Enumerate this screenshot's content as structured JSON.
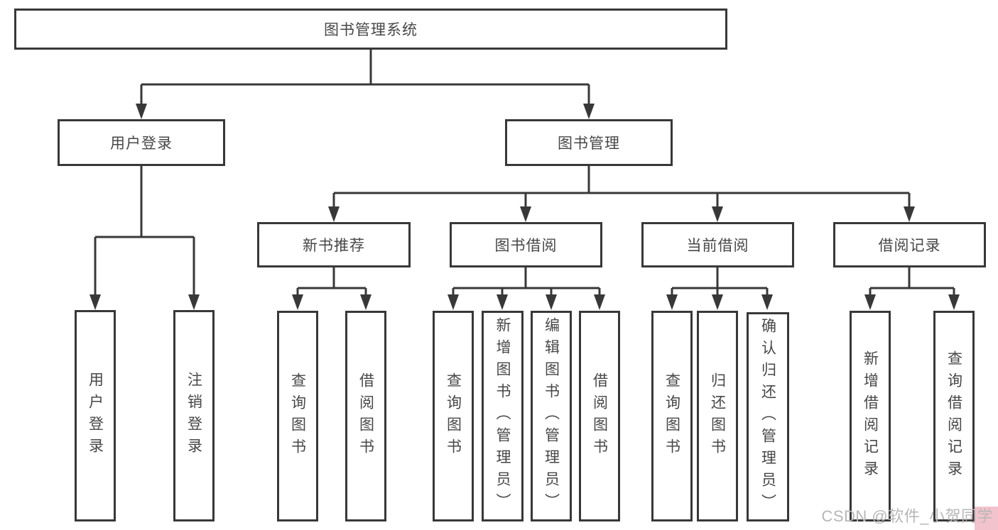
{
  "diagram": {
    "tree": {
      "label": "图书管理系统",
      "children": [
        {
          "label": "用户登录",
          "children": [
            {
              "label": "用户登录"
            },
            {
              "label": "注销登录"
            }
          ]
        },
        {
          "label": "图书管理",
          "children": [
            {
              "label": "新书推荐",
              "children": [
                {
                  "label": "查询图书"
                },
                {
                  "label": "借阅图书"
                }
              ]
            },
            {
              "label": "图书借阅",
              "children": [
                {
                  "label": "查询图书"
                },
                {
                  "label": "新增图书（管理员）"
                },
                {
                  "label": "编辑图书（管理员）"
                },
                {
                  "label": "借阅图书"
                }
              ]
            },
            {
              "label": "当前借阅",
              "children": [
                {
                  "label": "查询图书"
                },
                {
                  "label": "归还图书"
                },
                {
                  "label": "确认归还（管理员）"
                }
              ]
            },
            {
              "label": "借阅记录",
              "children": [
                {
                  "label": "新增借阅记录"
                },
                {
                  "label": "查询借阅记录"
                }
              ]
            }
          ]
        }
      ]
    }
  },
  "watermark": {
    "text": "CSDN @软件_小贺同学"
  },
  "colors": {
    "box_border": "#383838",
    "connector_line": "#383838",
    "node_text": "#474747",
    "watermark_text": "#b7b7b7",
    "watermark_accent": "#f3c3cd",
    "background": "#ffffff"
  }
}
